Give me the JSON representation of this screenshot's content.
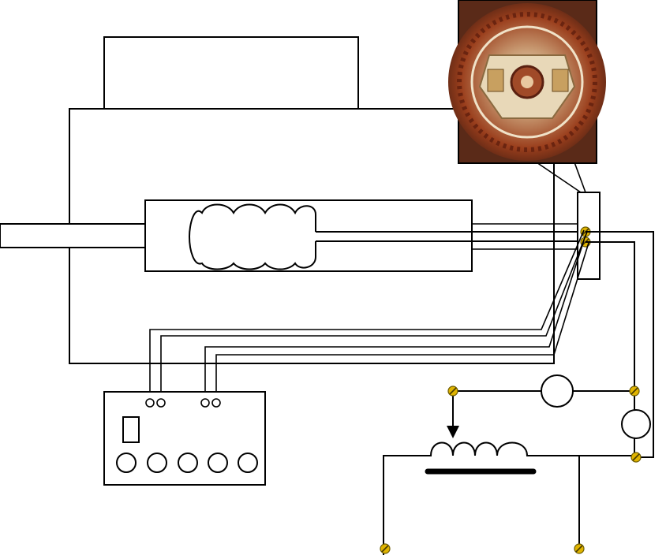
{
  "colors": {
    "line": "#000000",
    "background": "#ffffff",
    "terminal": "#e0b400",
    "photo_copper": "#b4552a",
    "photo_metal": "#d8c9a8"
  },
  "components": [
    {
      "id": "generator-housing",
      "kind": "housing"
    },
    {
      "id": "generator-top-cover",
      "kind": "housing"
    },
    {
      "id": "shaft",
      "kind": "shaft"
    },
    {
      "id": "rotor-field-coil",
      "kind": "coil",
      "turns": 4
    },
    {
      "id": "slip-ring-brush-holder",
      "kind": "brush-holder"
    },
    {
      "id": "brush-holder-photo",
      "kind": "photo-inset"
    },
    {
      "id": "control-unit",
      "kind": "junction-box",
      "top_terminals": 4,
      "round_terminals": 5,
      "slot": 1
    },
    {
      "id": "regulator-rheostat-coil",
      "kind": "variable-inductor",
      "turns": 4
    },
    {
      "id": "meter-top",
      "kind": "instrument"
    },
    {
      "id": "meter-right",
      "kind": "instrument"
    },
    {
      "id": "screw-terminals",
      "kind": "terminal",
      "count": 8
    }
  ]
}
